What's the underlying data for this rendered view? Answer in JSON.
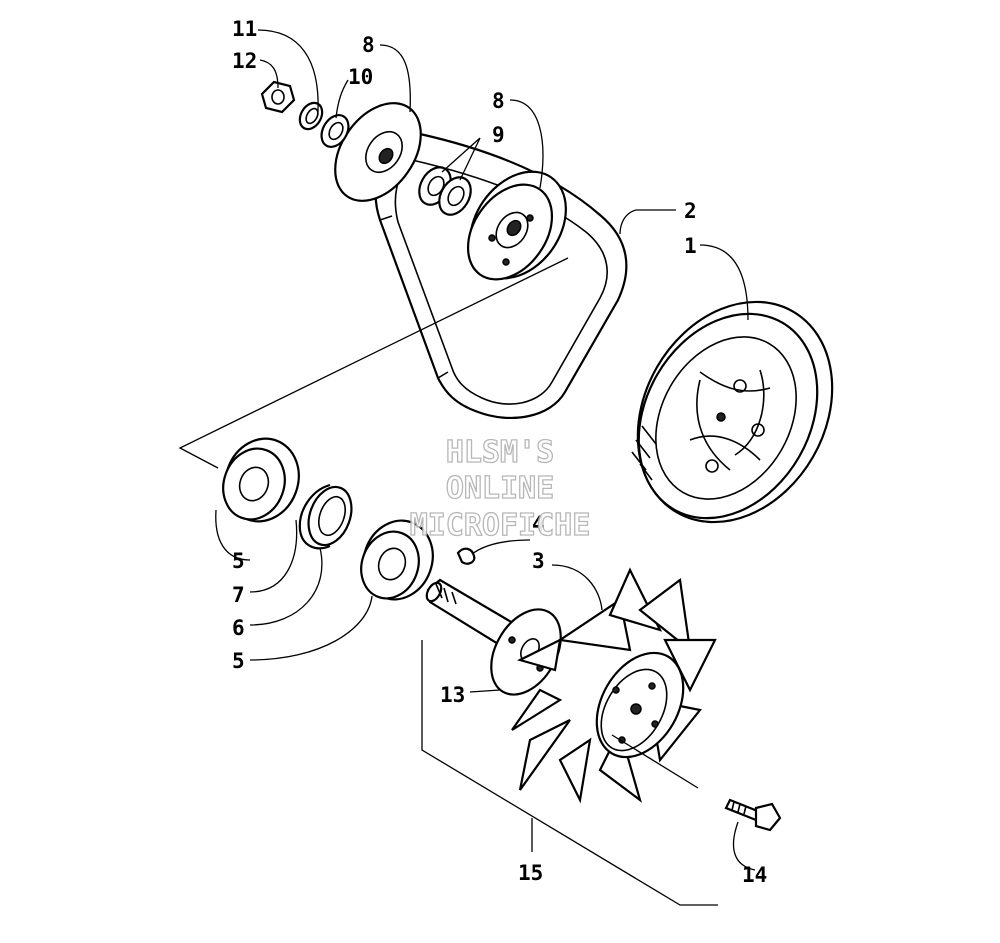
{
  "callouts": {
    "c1": "1",
    "c2": "2",
    "c3": "3",
    "c4": "4",
    "c5a": "5",
    "c5b": "5",
    "c6": "6",
    "c7": "7",
    "c8a": "8",
    "c8b": "8",
    "c9": "9",
    "c10": "10",
    "c11": "11",
    "c12": "12",
    "c13": "13",
    "c14": "14",
    "c15": "15"
  },
  "watermark": {
    "line1": "HLSM'S",
    "line2": "ONLINE",
    "line3": "MICROFICHE"
  }
}
